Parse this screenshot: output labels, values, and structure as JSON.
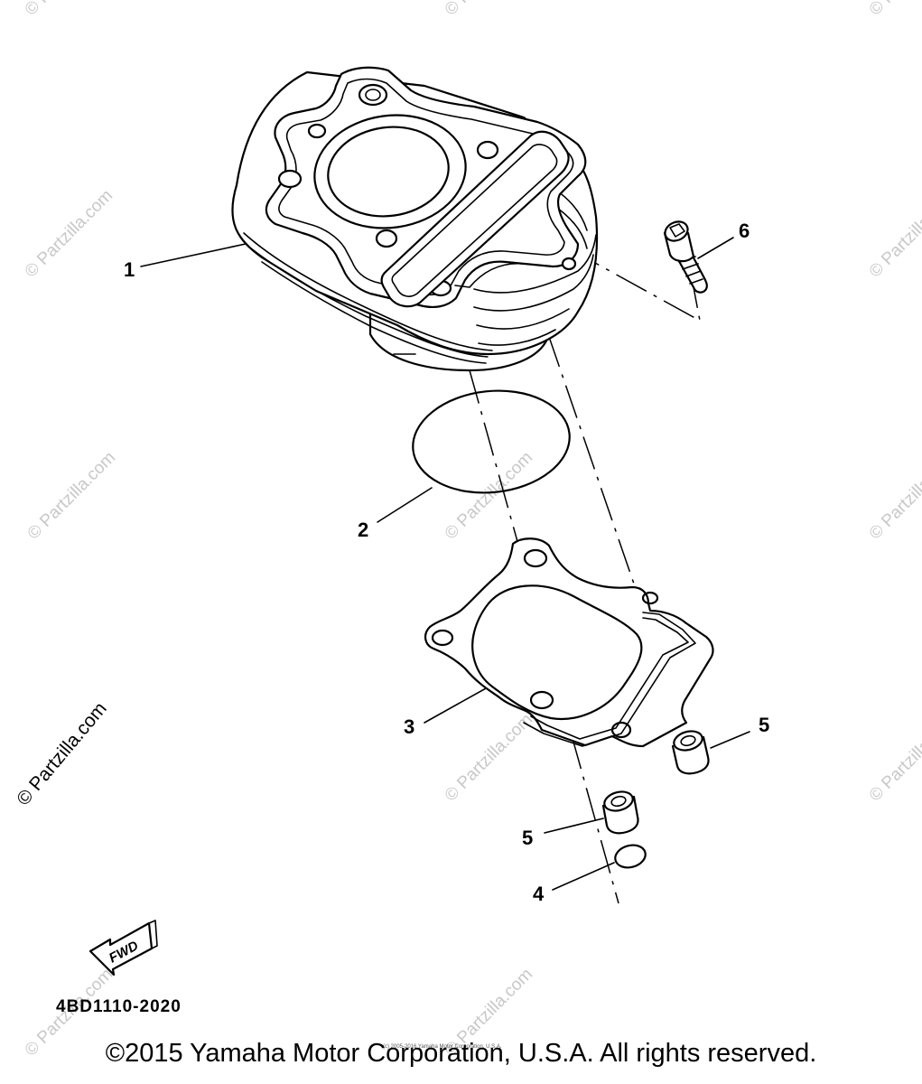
{
  "diagram": {
    "part_code": "4BD1110-2020",
    "fwd_label": "FWD",
    "copyright": "©2015 Yamaha Motor Corporation, U.S.A. All rights reserved.",
    "copyright_small": "(c) 2005-2016 Yamaha Motor Corporation, U.S.A.",
    "watermark": "© Partzilla.com",
    "callouts": [
      "1",
      "2",
      "3",
      "4",
      "5",
      "5",
      "6"
    ]
  }
}
